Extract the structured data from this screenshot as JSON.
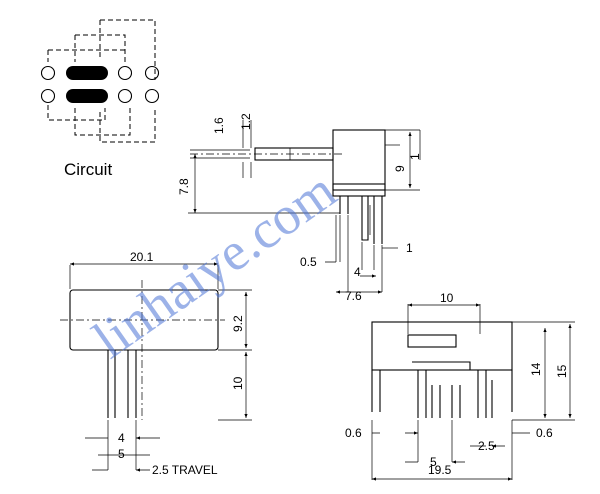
{
  "circuit_label": "Circuit",
  "watermark": "linhaiye.com",
  "colors": {
    "line": "#000000",
    "watermark": "#4a73d6"
  },
  "side_view": {
    "dim_pin_top": "1.6",
    "dim_pin_bottom": "1.2",
    "dim_height": "7.8",
    "dim_body": "9",
    "dim_right": "1",
    "dim_pin_width": "0.5",
    "dim_pin_gap": "4",
    "dim_total": "7.6",
    "dim_pin_offset": "1"
  },
  "top_view": {
    "dim_width": "20.1",
    "dim_height": "9.2",
    "dim_lever": "10",
    "dim_actuator": "4",
    "dim_pitch": "5",
    "travel": "2.5 TRAVEL"
  },
  "front_view": {
    "dim_window": "10",
    "dim_h1": "14",
    "dim_h2": "15",
    "dim_left_tab": "0.6",
    "dim_right_tab": "0.6",
    "dim_pitch": "5",
    "dim_pin_space": "2.5",
    "dim_total": "19.5"
  }
}
